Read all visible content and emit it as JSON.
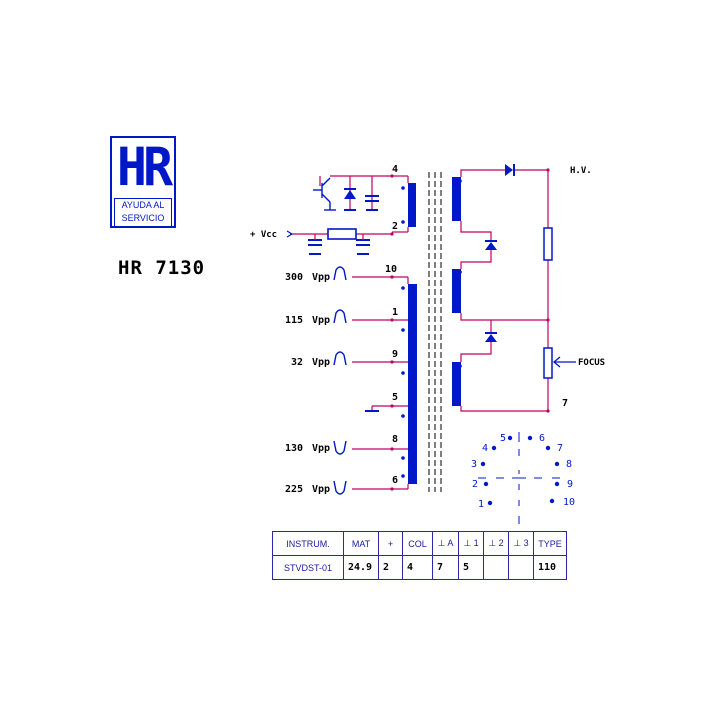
{
  "logo": {
    "letters": "HR",
    "subtitle_line1": "AYUDA AL",
    "subtitle_line2": "SERVICIO"
  },
  "model": "HR 7130",
  "colors": {
    "wire": "#c00060",
    "part": "#0018c8",
    "text": "#000000"
  },
  "labels": {
    "hv": "H.V.",
    "vcc": "+ Vcc",
    "focus": "FOCUS",
    "pin_4": "4",
    "pin_2": "2",
    "pin_10": "10",
    "pin_1": "1",
    "pin_9": "9",
    "pin_5": "5",
    "pin_8": "8",
    "pin_6": "6",
    "pin_7": "7"
  },
  "pulses": [
    {
      "amplitude": "300",
      "unit": "Vpp"
    },
    {
      "amplitude": "115",
      "unit": "Vpp"
    },
    {
      "amplitude": "32",
      "unit": "Vpp"
    },
    {
      "amplitude": "130",
      "unit": "Vpp"
    },
    {
      "amplitude": "225",
      "unit": "Vpp"
    }
  ],
  "pinout": [
    "1",
    "2",
    "3",
    "4",
    "5",
    "6",
    "7",
    "8",
    "9",
    "10"
  ],
  "specs": {
    "headers": [
      "INSTRUM.",
      "MAT",
      "+",
      "COL",
      "⊥ A",
      "⊥ 1",
      "⊥ 2",
      "⊥ 3",
      "TYPE"
    ],
    "values": [
      "STVDST-01",
      "24.9",
      "2",
      "4",
      "7",
      "5",
      "",
      "",
      "110"
    ]
  }
}
